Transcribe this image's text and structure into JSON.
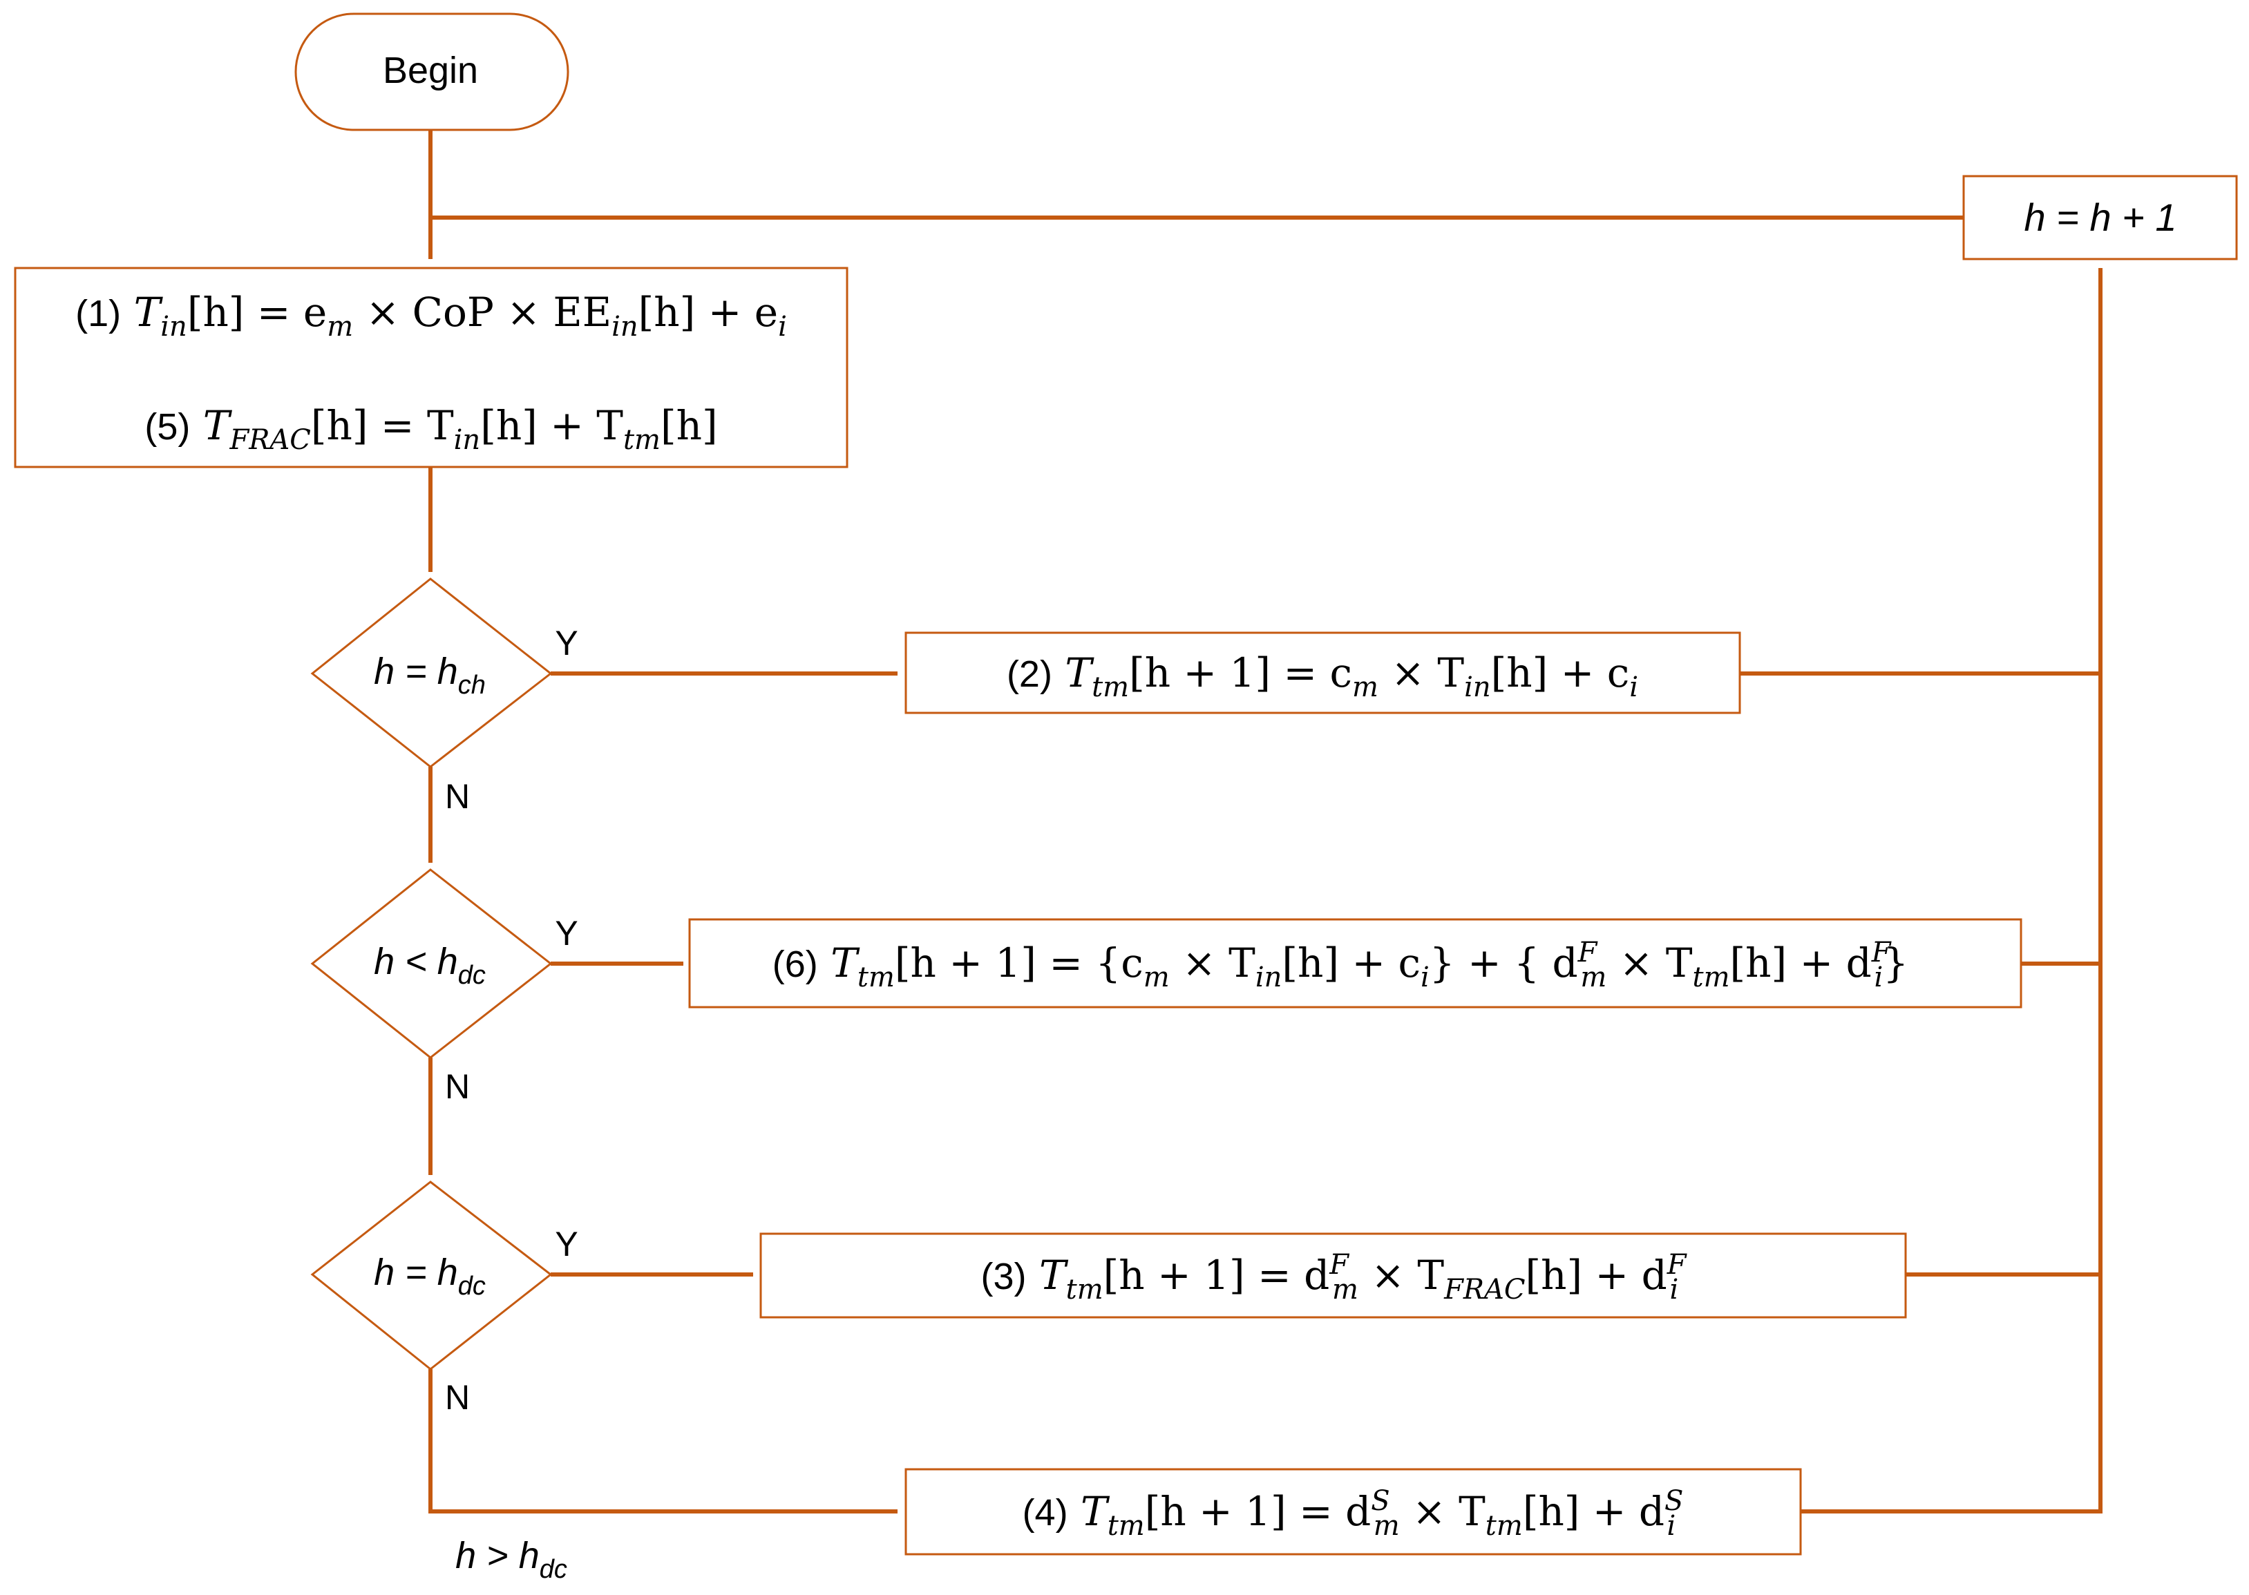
{
  "colors": {
    "line": "#C55A11",
    "text": "#000000",
    "background": "#FFFFFF"
  },
  "start": {
    "label": "Begin"
  },
  "increment": {
    "h": "h",
    "eq": "=",
    "rhs": "h + 1"
  },
  "init_box": {
    "eq1": {
      "num": "(1)",
      "T": "T",
      "sub_in": "in",
      "a1": "[h] = e",
      "sub_m": "m",
      "a2": " × CoP × EE",
      "sub_in2": "in",
      "a3": "[h] + e",
      "sub_i": "i"
    },
    "eq5": {
      "num": "(5)",
      "T": "T",
      "sub_frac": "FRAC",
      "a1": "[h] = T",
      "sub_in": "in",
      "a2": "[h] + T",
      "sub_tm": "tm",
      "a3": "[h]"
    }
  },
  "decisions": [
    {
      "lhs": "h = h",
      "sub": "ch",
      "yes": "Y",
      "no": "N"
    },
    {
      "lhs": "h < h",
      "sub": "dc",
      "yes": "Y",
      "no": "N"
    },
    {
      "lhs": "h = h",
      "sub": "dc",
      "yes": "Y",
      "no": "N"
    }
  ],
  "else_condition": {
    "lhs": "h > h",
    "sub": "dc"
  },
  "eq2": {
    "num": "(2)",
    "T": "T",
    "sub_tm": "tm",
    "a1": "[h + 1] = c",
    "sub_m": "m",
    "a2": " × T",
    "sub_in": "in",
    "a3": "[h] + c",
    "sub_i": "i"
  },
  "eq6": {
    "num": "(6)",
    "T": "T",
    "sub_tm": "tm",
    "a1": "[h + 1] = {c",
    "sub_m": "m",
    "a2": " × T",
    "sub_in": "in",
    "a3": "[h] + c",
    "sub_i": "i",
    "a4": "} + { d",
    "sup_F": "F",
    "sub_m2": "m",
    "a5": " × T",
    "sub_tm2": "tm",
    "a6": "[h] + d",
    "sup_F2": "F",
    "sub_i2": "i",
    "a7": "}"
  },
  "eq3": {
    "num": "(3)",
    "T": "T",
    "sub_tm": "tm",
    "a1": "[h + 1] = d",
    "sup_F": "F",
    "sub_m": "m",
    "a2": " × T",
    "sub_frac": "FRAC",
    "a3": "[h] + d",
    "sup_F2": "F",
    "sub_i": "i"
  },
  "eq4": {
    "num": "(4)",
    "T": "T",
    "sub_tm": "tm",
    "a1": "[h + 1] = d",
    "sup_S": "S",
    "sub_m": "m",
    "a2": " × T",
    "sub_tm2": "tm",
    "a3": "[h] + d",
    "sup_S2": "S",
    "sub_i": "i"
  }
}
